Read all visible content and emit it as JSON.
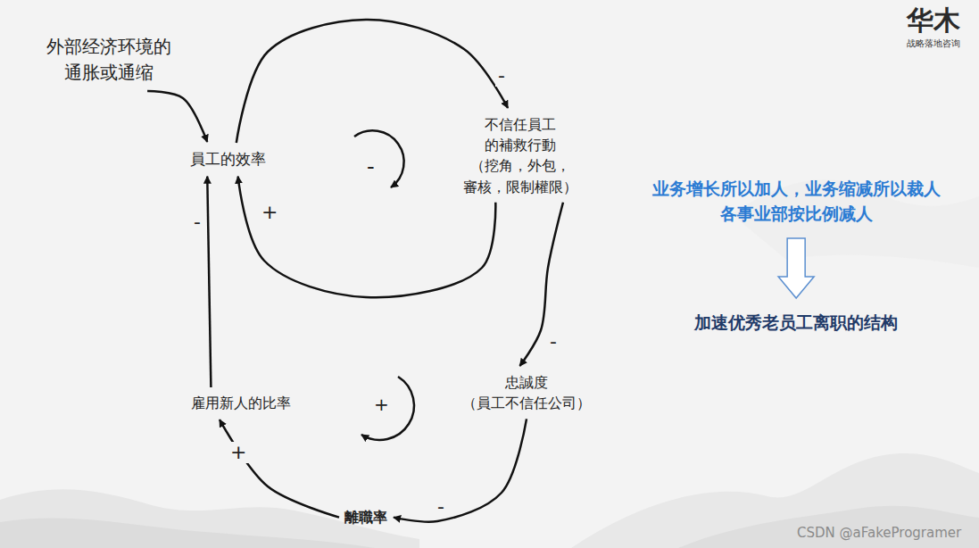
{
  "diagram": {
    "nodes": [
      {
        "text": [
          "外部经济环境的 通胀或通缩"
        ]
      },
      {
        "text": [
          "員工的效率"
        ]
      },
      {
        "text": [
          "不信任員工 的補救行動",
          "（挖角，外包， 審核，限制權限）"
        ]
      },
      {
        "text": [
          "忠誠度",
          "（員工不信任公司）"
        ]
      },
      {
        "text": [
          "離職率"
        ]
      },
      {
        "text": [
          "雇用新人的比率"
        ]
      },
      {
        "text": [
          "业务增长所以加人，业务缩减所以裁人 各事业部按比例减人"
        ]
      },
      {
        "text": [
          "加速优秀老员工离职的结构"
        ]
      }
    ],
    "edges": [
      {
        "from": 0,
        "to": 1,
        "arrow": "to"
      },
      {
        "from": 1,
        "to": 2,
        "label": "-",
        "arrow": "to"
      },
      {
        "from": 2,
        "to": 1,
        "label": "+",
        "arrow": "to"
      },
      {
        "from": 2,
        "to": 3,
        "label": "-",
        "arrow": "to"
      },
      {
        "from": 3,
        "to": 4,
        "label": "-",
        "arrow": "to"
      },
      {
        "from": 4,
        "to": 5,
        "label": "+",
        "arrow": "to"
      },
      {
        "from": 5,
        "to": 1,
        "label": "-",
        "arrow": "to"
      },
      {
        "from": 6,
        "to": 7,
        "arrow": "to"
      }
    ],
    "labels": [
      "-",
      "+",
      "华木",
      "战略落地咨询",
      "CSDN @aFakeProgramer"
    ]
  }
}
